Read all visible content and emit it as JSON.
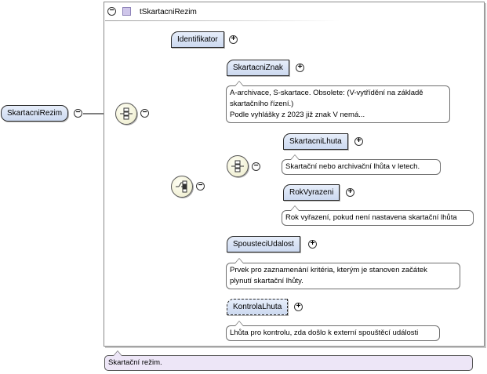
{
  "root": {
    "label": "SkartacniRezim",
    "doc": "Skartační režim."
  },
  "type": {
    "label": "tSkartacniRezim"
  },
  "sequence": {
    "identifikator": {
      "label": "Identifikator"
    },
    "choice_items": {
      "skartacni_znak": {
        "label": "SkartacniZnak",
        "doc_lines": [
          "A-archivace, S-skartace. Obsolete: (V-vytřídění na základě",
          "skartačního řízení.)",
          "Podle vyhlášky z 2023 již znak V nemá..."
        ]
      },
      "inner_sequence": {
        "skartacni_lhuta": {
          "label": "SkartacniLhuta",
          "doc": "Skartační nebo archivační lhůta v letech."
        },
        "rok_vyrazeni": {
          "label": "RokVyrazeni",
          "doc": "Rok vyřazení, pokud není nastavena skartační lhůta"
        }
      },
      "spousteci_udalost": {
        "label": "SpousteciUdalost",
        "doc_lines": [
          "Prvek pro zaznamenání kritéria, kterým je stanoven začátek",
          "plynutí skartační lhůty."
        ]
      },
      "kontrola_lhuta": {
        "label": "KontrolaLhuta",
        "doc": "Lhůta pro kontrolu, zda došlo k externí spouštěcí události"
      }
    }
  },
  "icons": {
    "collapse": "−",
    "expand": "+"
  },
  "colors": {
    "element_fill": "#ccd9f0",
    "doc_fill": "#ede6f7",
    "compositor_fill": "#ecebc9"
  }
}
